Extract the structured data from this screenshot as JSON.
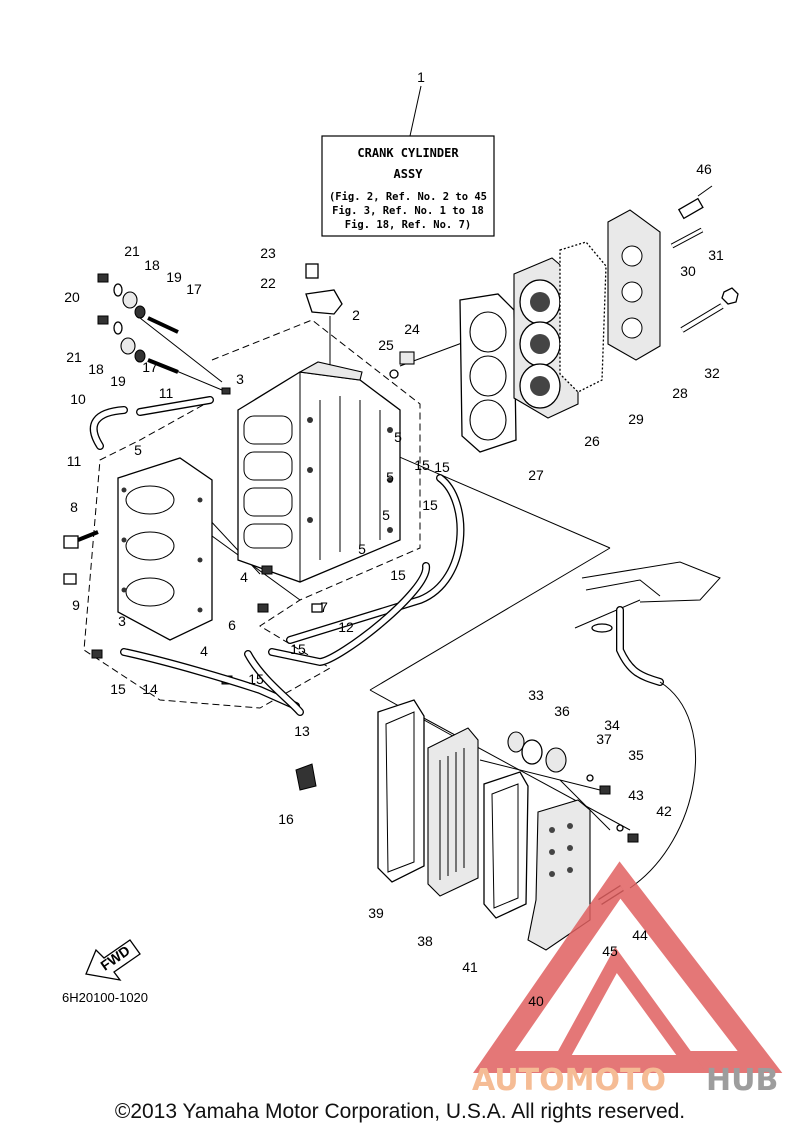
{
  "title_box": {
    "line1": "CRANK CYLINDER",
    "line2": "ASSY",
    "refs": [
      "(Fig. 2, Ref. No. 2 to 45",
      "Fig. 3, Ref. No. 1 to 18",
      "Fig. 18, Ref. No. 7)"
    ]
  },
  "fwd_label": "FWD",
  "drawing_code": "6H20100-1020",
  "watermark": {
    "part1": "AUTOMOTO",
    "part2": "HUB",
    "color1": "#f4b183",
    "color2": "#8c8c8c",
    "triangle_color": "#e06060"
  },
  "copyright": "©2013 Yamaha Motor Corporation, U.S.A. All rights reserved.",
  "callouts": [
    "1",
    "2",
    "3",
    "3",
    "4",
    "4",
    "5",
    "5",
    "5",
    "5",
    "5",
    "6",
    "7",
    "8",
    "9",
    "10",
    "11",
    "11",
    "12",
    "13",
    "14",
    "15",
    "15",
    "15",
    "15",
    "15",
    "15",
    "15",
    "16",
    "17",
    "17",
    "18",
    "18",
    "19",
    "19",
    "20",
    "21",
    "21",
    "22",
    "23",
    "24",
    "25",
    "26",
    "27",
    "28",
    "29",
    "30",
    "31",
    "32",
    "33",
    "34",
    "35",
    "36",
    "37",
    "38",
    "39",
    "40",
    "41",
    "42",
    "43",
    "44",
    "45",
    "46"
  ]
}
